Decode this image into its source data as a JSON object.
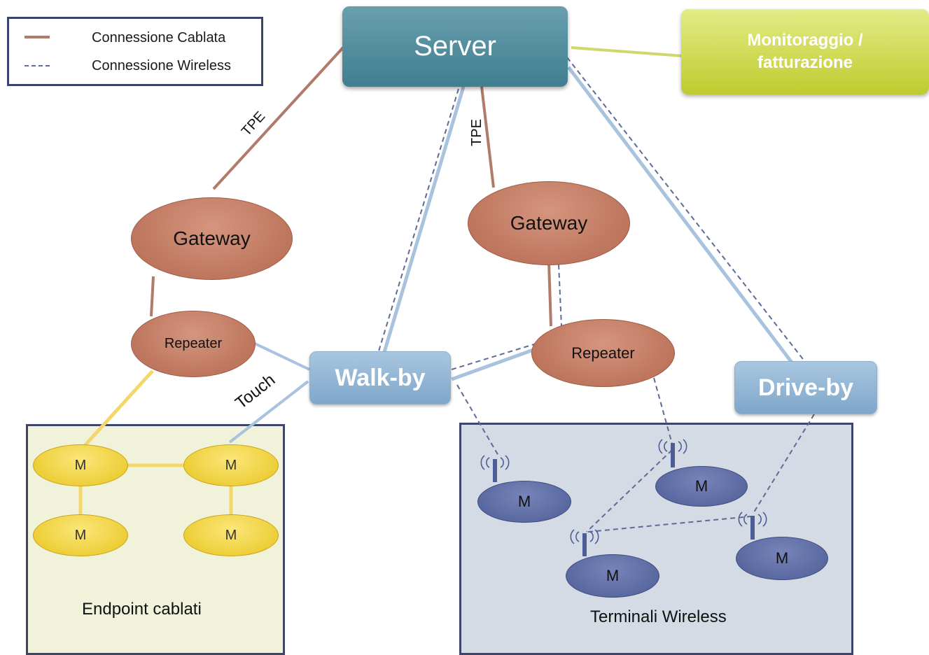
{
  "legend": {
    "wired_label": "Connessione Cablata",
    "wireless_label": "Connessione Wireless"
  },
  "nodes": {
    "server": "Server",
    "monitor_line1": "Monitoraggio /",
    "monitor_line2": "fatturazione",
    "gateway_left": "Gateway",
    "gateway_right": "Gateway",
    "repeater_left": "Repeater",
    "repeater_right": "Repeater",
    "walk_by": "Walk-by",
    "drive_by": "Drive-by",
    "meter": "M"
  },
  "edge_labels": {
    "tpe_left": "TPE",
    "tpe_center": "TPE",
    "touch": "Touch"
  },
  "zones": {
    "wired": "Endpoint cablati",
    "wireless": "Terminali Wireless"
  },
  "colors": {
    "wired_line": "#b07b68",
    "wireless_line": "#5e6b96",
    "optical_line": "#a9c2dd",
    "yellow_link": "#f2d86a",
    "monitor_link": "#cfd86a"
  },
  "icons": {
    "antenna": "antenna-icon"
  }
}
